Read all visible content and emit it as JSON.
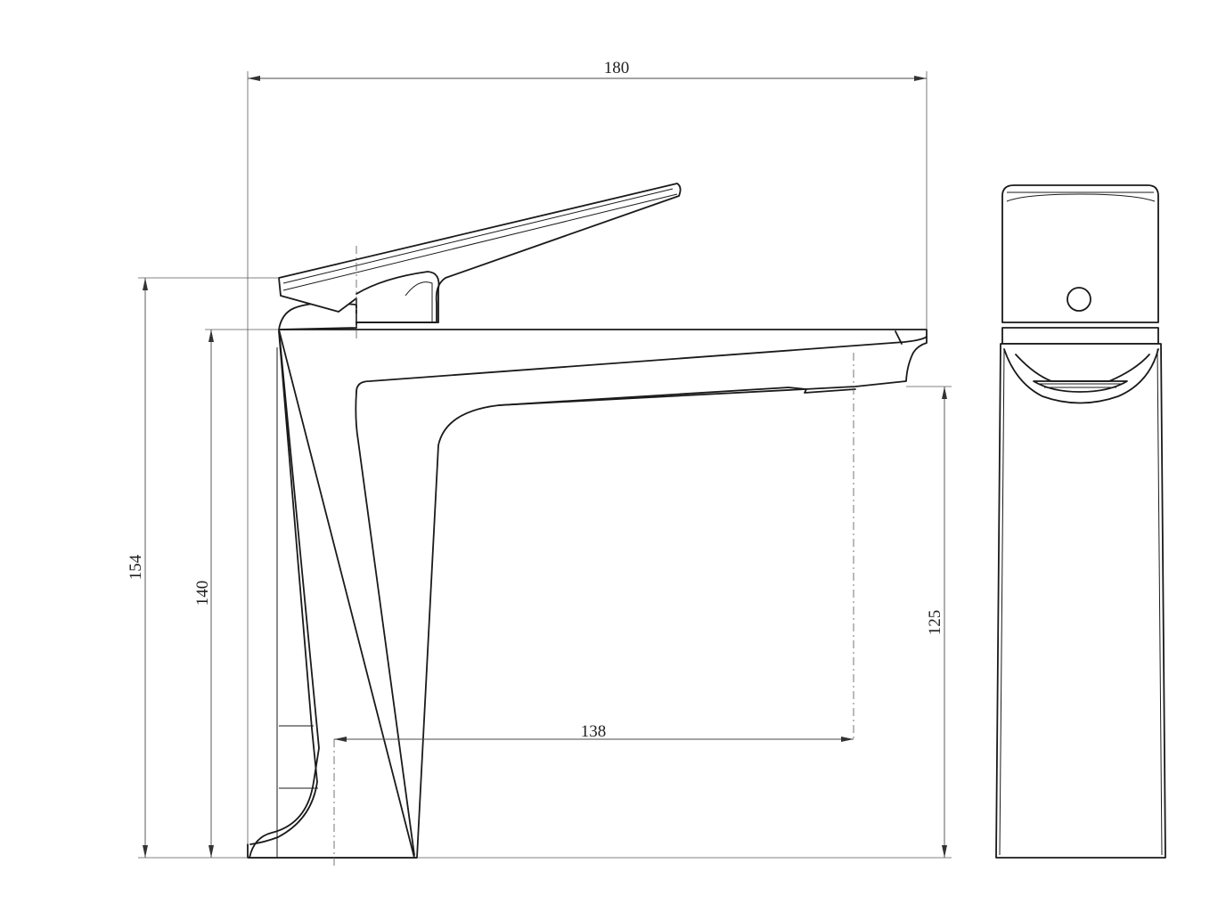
{
  "dimensions": {
    "overall_length": "180",
    "total_height": "154",
    "body_height": "140",
    "spout_height": "125",
    "spout_reach": "138"
  },
  "colors": {
    "line": "#1a1a1a",
    "dimension_line": "#4a4a4a",
    "background": "#ffffff"
  }
}
